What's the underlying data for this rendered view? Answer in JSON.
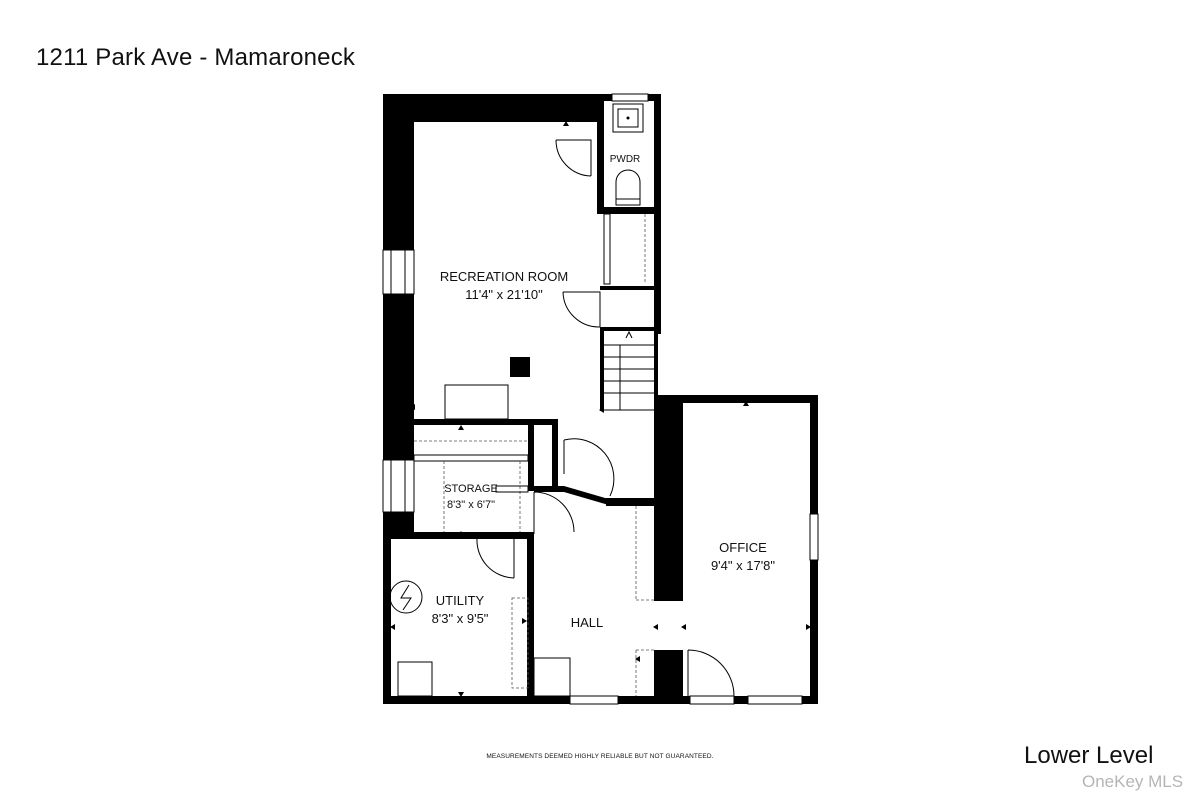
{
  "title": "1211 Park Ave - Mamaroneck",
  "level": "Lower Level",
  "disclaimer": "MEASUREMENTS DEEMED HIGHLY RELIABLE BUT NOT GUARANTEED.",
  "watermark": "OneKey MLS",
  "rooms": {
    "recreation": {
      "name": "RECREATION ROOM",
      "dims": "11'4\" x 21'10\""
    },
    "pwdr": {
      "name": "PWDR"
    },
    "storage": {
      "name": "STORAGE",
      "dims": "8'3\" x 6'7\""
    },
    "utility": {
      "name": "UTILITY",
      "dims": "8'3\" x 9'5\""
    },
    "hall": {
      "name": "HALL"
    },
    "office": {
      "name": "OFFICE",
      "dims": "9'4\" x 17'8\""
    }
  },
  "icons": {
    "electrical_panel": "lightning-bolt-icon"
  }
}
